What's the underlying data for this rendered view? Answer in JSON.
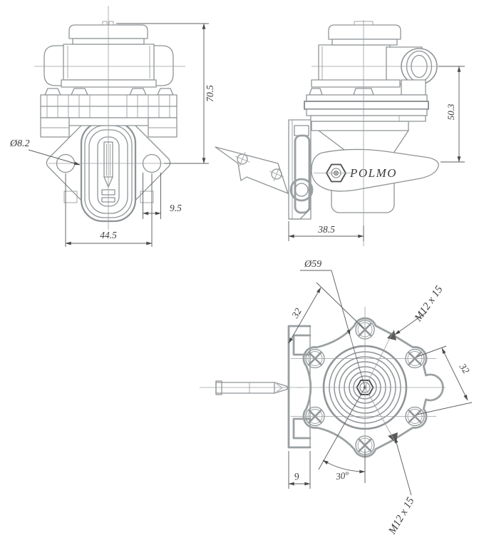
{
  "drawing": {
    "brand": "POLMO",
    "front_view": {
      "hole_diameter": "Ø8.2",
      "total_height": "70.5",
      "hole_edge_offset": "9.5",
      "hole_spacing": "44.5"
    },
    "side_view": {
      "brand_label": "POLMO",
      "upper_height": "50.3",
      "bracket_depth": "38.5"
    },
    "bottom_view": {
      "bolt_circle_diameter": "Ø59",
      "bracket_diagonal": "32",
      "thread_upper": "M12 x 15",
      "port_spacing": "32",
      "bracket_width": "9",
      "lever_angle": "30°",
      "thread_lower": "M12 x 15"
    },
    "colors": {
      "background": "#ffffff",
      "part_line": "#8f9496",
      "bold_line": "#9aa0a2",
      "dimension_line": "#5d6062",
      "text": "#3b3b3b"
    }
  }
}
